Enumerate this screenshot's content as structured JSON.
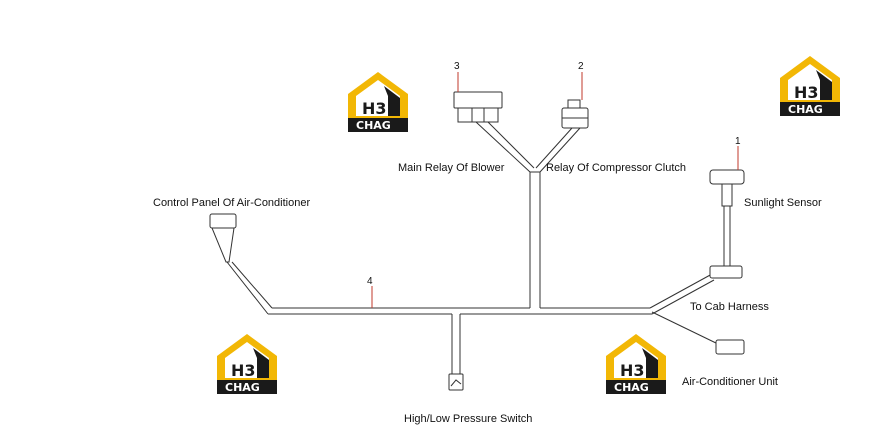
{
  "labels": {
    "main_relay": "Main Relay Of Blower",
    "compressor_relay": "Relay Of Compressor Clutch",
    "control_panel": "Control Panel Of Air-Conditioner",
    "sunlight_sensor": "Sunlight Sensor",
    "cab_harness": "To Cab Harness",
    "ac_unit": "Air-Conditioner Unit",
    "pressure_switch": "High/Low Pressure Switch"
  },
  "callouts": {
    "n1": "1",
    "n2": "2",
    "n3": "3",
    "n4": "4"
  },
  "watermark": {
    "top_text": "H3",
    "bottom_text": "CHAG",
    "colors": {
      "accent": "#f2b705",
      "dark": "#1a1a1a"
    }
  },
  "colors": {
    "line": "#333333",
    "callout_lead": "#c0392b"
  }
}
